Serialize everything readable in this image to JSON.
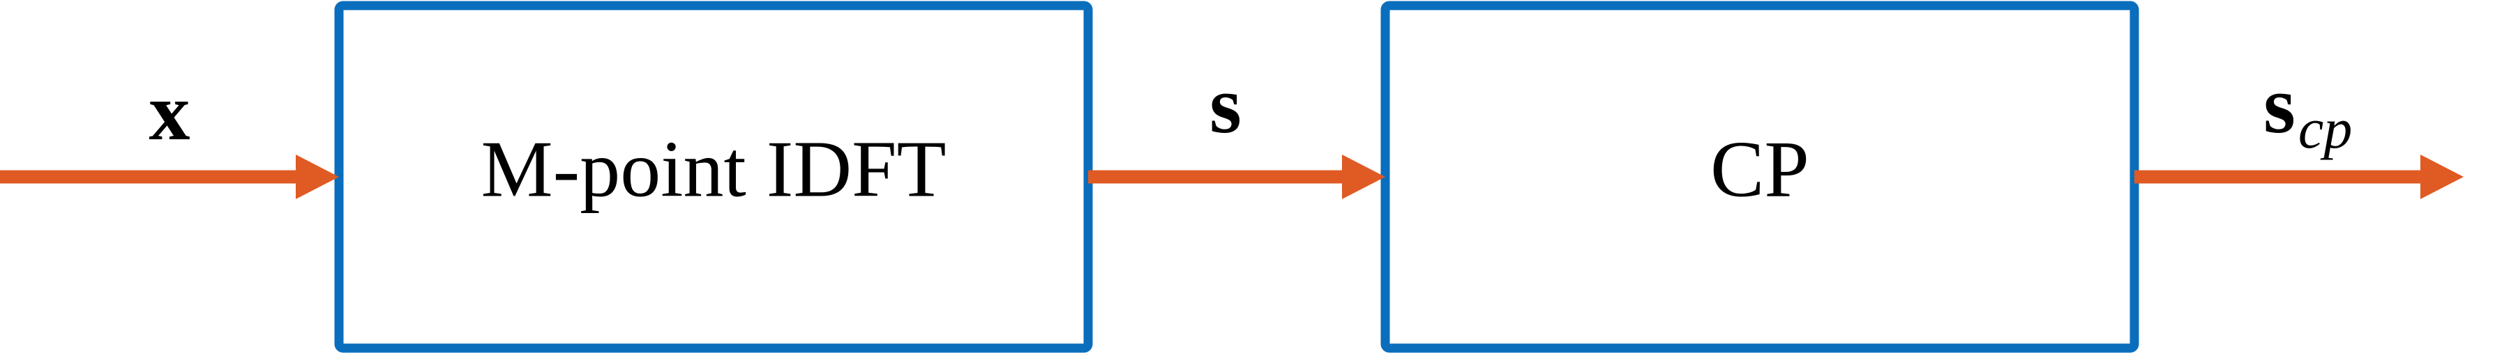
{
  "colors": {
    "block_border": "#0A6EBD",
    "arrow": "#E05A24",
    "text": "#000000",
    "background": "#FFFFFF"
  },
  "blocks": [
    {
      "label": "M-point IDFT"
    },
    {
      "label": "CP"
    }
  ],
  "signals": {
    "input": {
      "label": "x",
      "subscript": ""
    },
    "middle": {
      "label": "s",
      "subscript": ""
    },
    "output": {
      "label": "s",
      "subscript": "cp"
    }
  }
}
